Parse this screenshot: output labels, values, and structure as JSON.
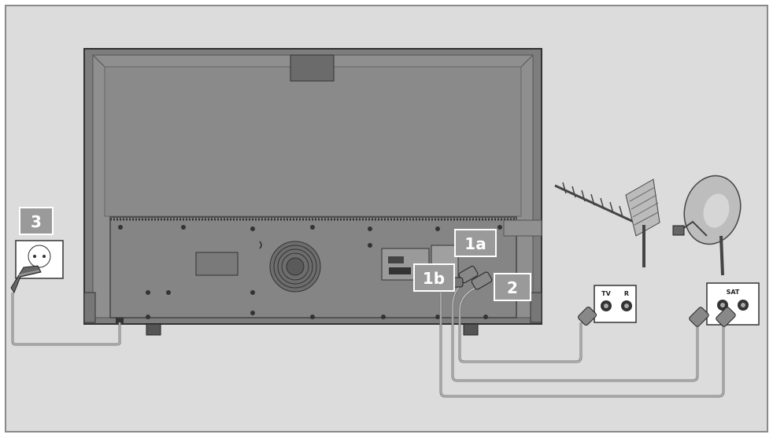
{
  "callouts": {
    "step_1a": "1a",
    "step_1b": "1b",
    "step_2": "2",
    "step_3": "3"
  },
  "antenna_socket": {
    "tv_label": "TV",
    "radio_label": "R"
  },
  "satellite_socket": {
    "label": "SAT"
  },
  "colors": {
    "background": "#dcdcdc",
    "tv_panel": "#8c8c8c",
    "callout_box": "#9a9a9a",
    "cable": "#7a7a7a"
  }
}
